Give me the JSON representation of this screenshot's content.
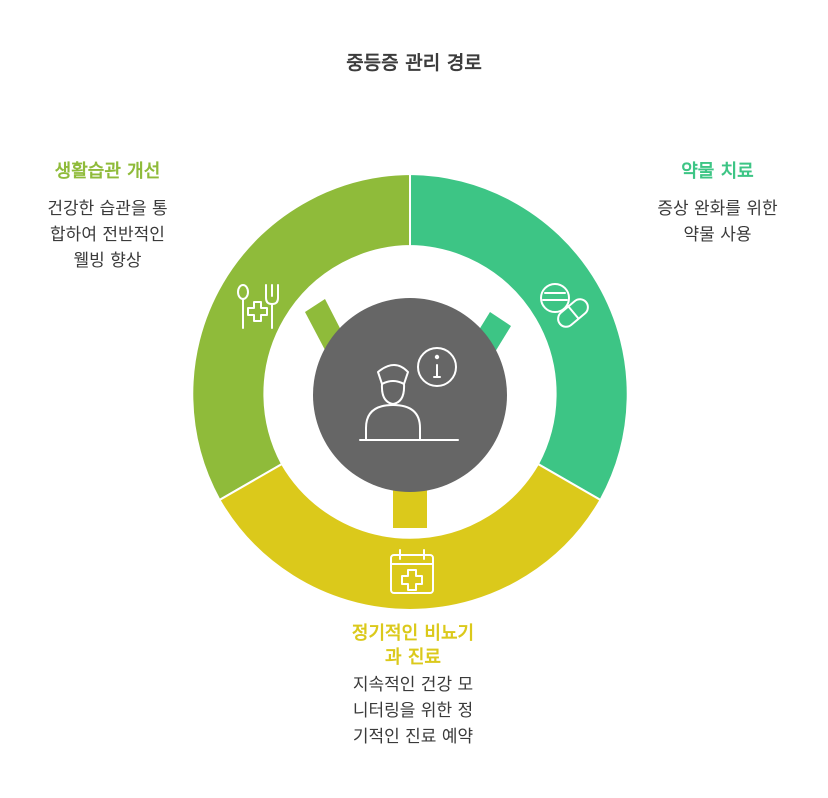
{
  "title": "중등증 관리 경로",
  "colors": {
    "lifestyle": "#8fbb3a",
    "medication": "#3dc585",
    "visit": "#dbc91b",
    "center": "#666666",
    "icon_stroke": "#ffffff"
  },
  "segments": {
    "lifestyle": {
      "heading": "생활습관 개선",
      "desc_lines": [
        "건강한 습관을 통",
        "합하여 전반적인",
        "웰빙 향상"
      ],
      "icon": "fork-spoon-medical-icon"
    },
    "medication": {
      "heading": "약물 치료",
      "desc_lines": [
        "증상 완화를 위한",
        "약물 사용"
      ],
      "icon": "pills-icon"
    },
    "visit": {
      "heading_lines": [
        "정기적인 비뇨기",
        "과 진료"
      ],
      "desc_lines": [
        "지속적인 건강 모",
        "니터링을 위한 정",
        "기적인 진료 예약"
      ],
      "icon": "medical-calendar-icon"
    }
  },
  "center": {
    "icon": "doctor-info-icon"
  }
}
